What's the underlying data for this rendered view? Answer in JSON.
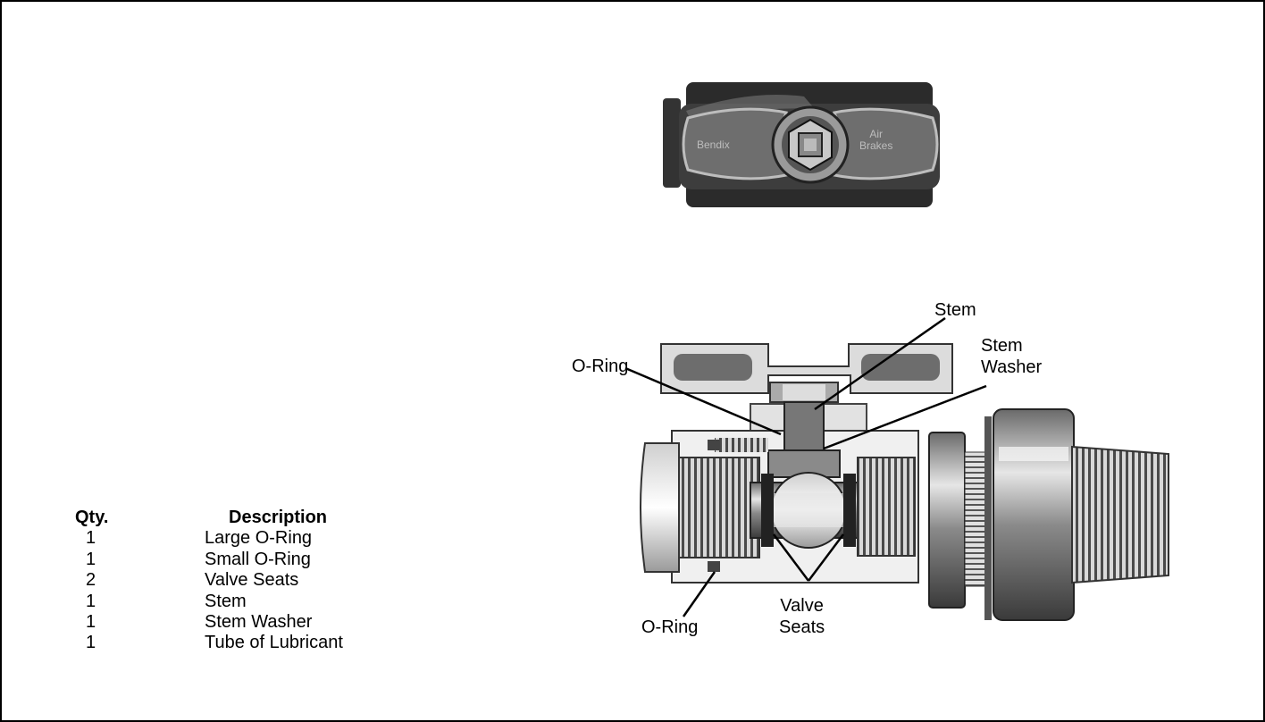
{
  "parts_table": {
    "header": {
      "qty": "Qty.",
      "description": "Description"
    },
    "rows": [
      {
        "qty": "1",
        "description": "Large O-Ring"
      },
      {
        "qty": "1",
        "description": "Small O-Ring"
      },
      {
        "qty": "2",
        "description": "Valve Seats"
      },
      {
        "qty": "1",
        "description": "Stem"
      },
      {
        "qty": "1",
        "description": "Stem Washer"
      },
      {
        "qty": "1",
        "description": "Tube of Lubricant"
      }
    ]
  },
  "handle_badge": {
    "left": "Bendix",
    "right_line1": "Air",
    "right_line2": "Brakes"
  },
  "callouts": {
    "stem": "Stem",
    "stem_washer_line1": "Stem",
    "stem_washer_line2": "Washer",
    "o_ring_top": "O-Ring",
    "o_ring_bottom": "O-Ring",
    "valve_seats_line1": "Valve",
    "valve_seats_line2": "Seats"
  }
}
